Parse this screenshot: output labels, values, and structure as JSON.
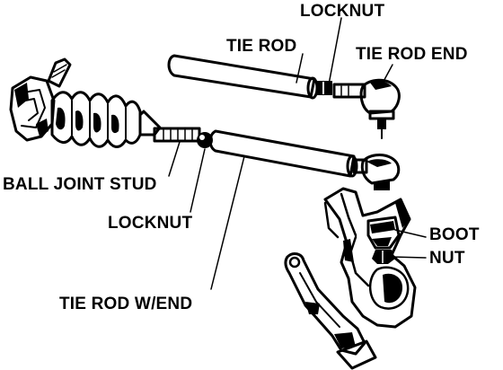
{
  "diagram": {
    "labels": {
      "locknut_top": "LOCKNUT",
      "tie_rod": "TIE ROD",
      "tie_rod_end": "TIE ROD END",
      "ball_joint_stud": "BALL JOINT STUD",
      "locknut_lower": "LOCKNUT",
      "boot": "BOOT",
      "nut": "NUT",
      "tie_rod_w_end": "TIE ROD W/END"
    }
  }
}
